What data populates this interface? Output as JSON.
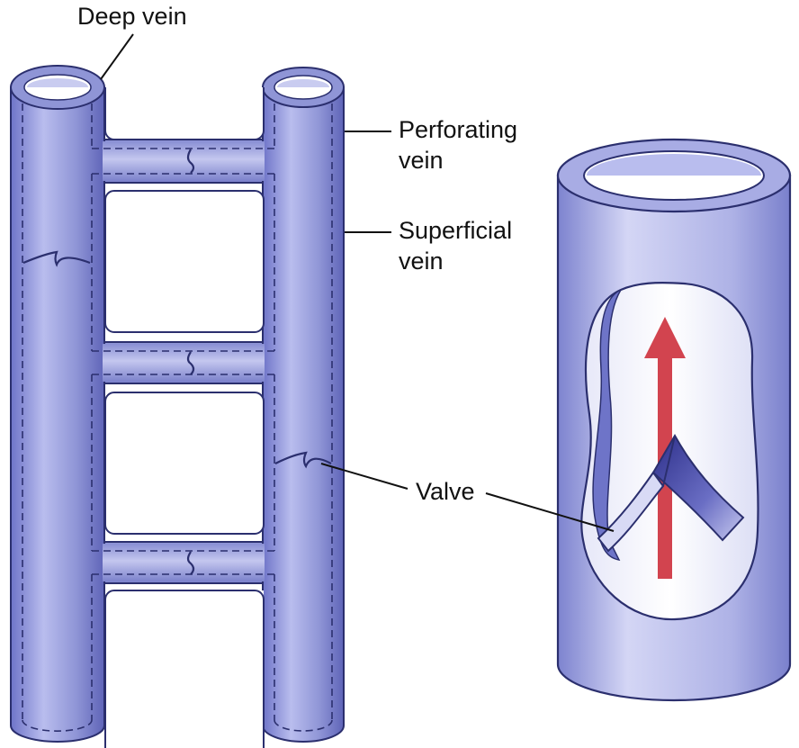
{
  "labels": {
    "deep_vein": "Deep vein",
    "perforating_vein_line1": "Perforating",
    "perforating_vein_line2": "vein",
    "superficial_vein_line1": "Superficial",
    "superficial_vein_line2": "vein",
    "valve": "Valve"
  },
  "colors": {
    "vein_fill": "#8f95d6",
    "vein_light": "#c9ccf0",
    "vein_dark": "#5a5fb4",
    "outline": "#2b2f6e",
    "valve_dark": "#2d2f8a",
    "arrow": "#d2444f",
    "background": "#ffffff"
  }
}
